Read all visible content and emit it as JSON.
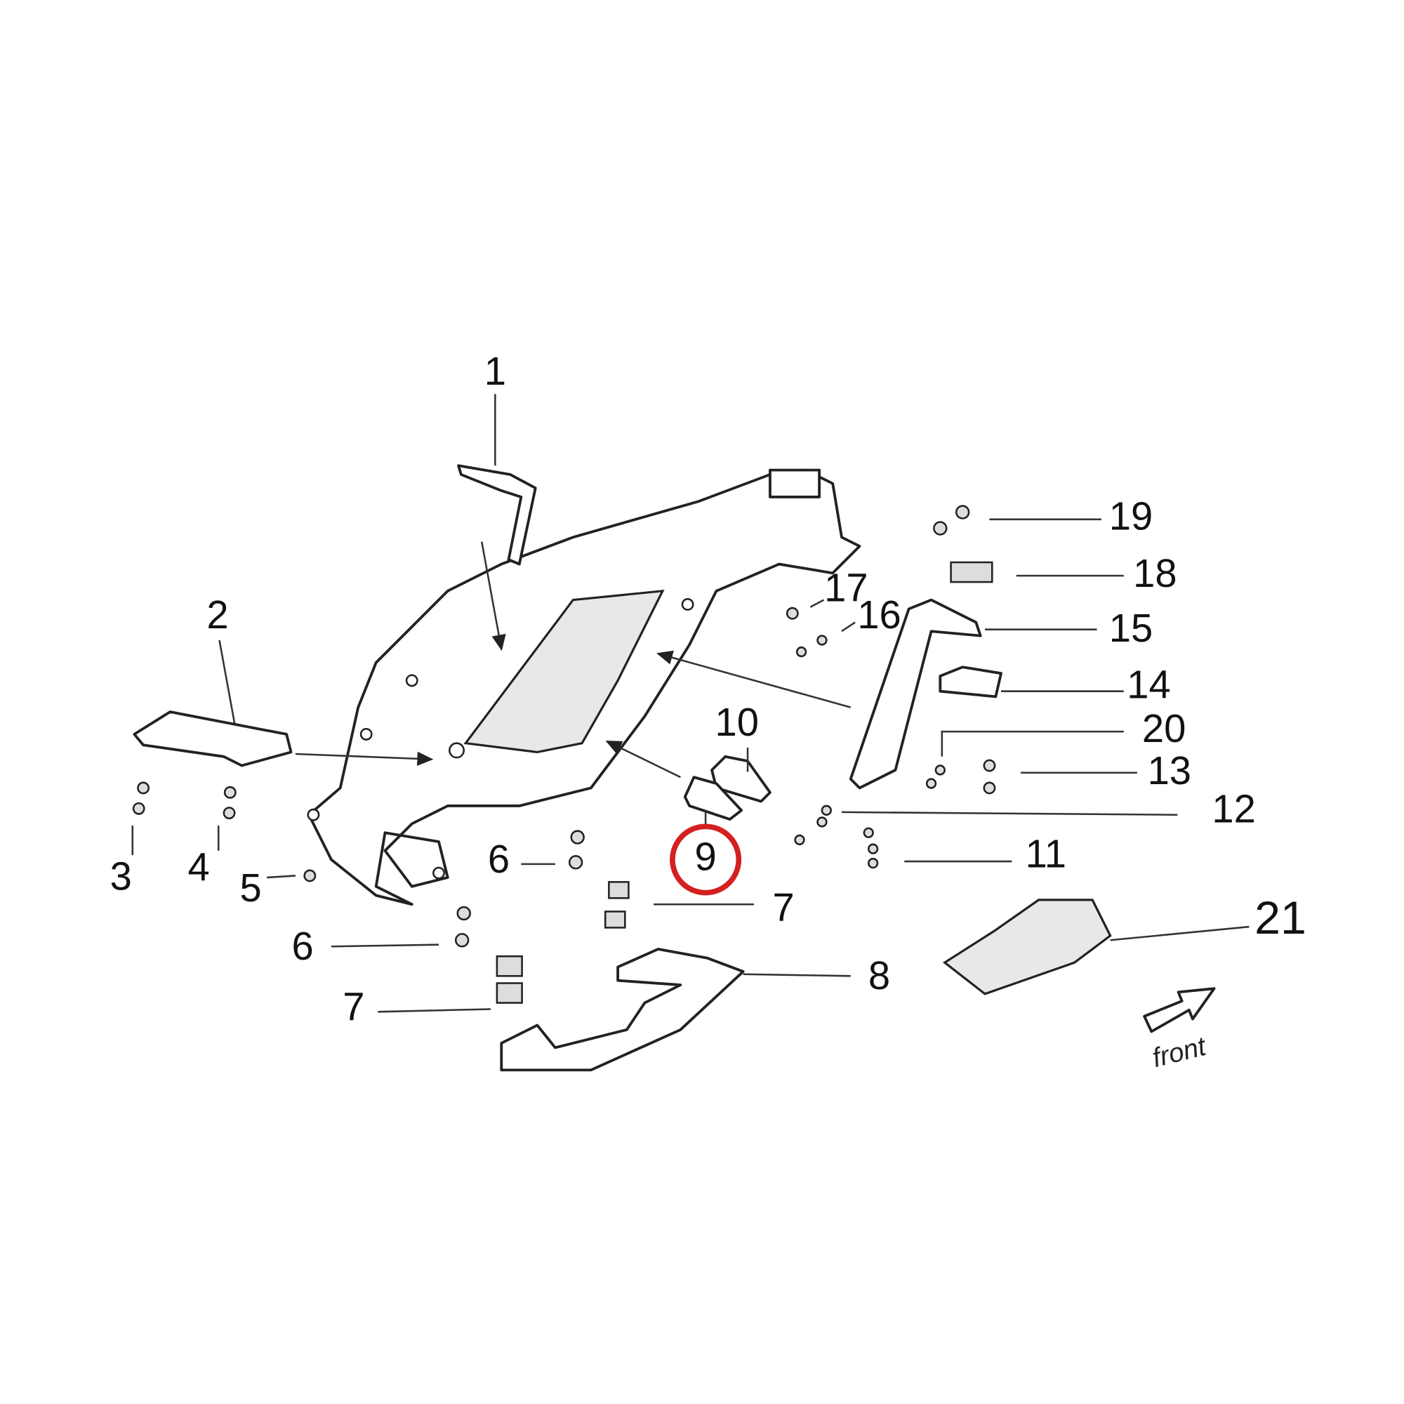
{
  "diagram": {
    "labels": [
      "1",
      "2",
      "3",
      "4",
      "5",
      "6",
      "6",
      "7",
      "7",
      "8",
      "9",
      "10",
      "11",
      "12",
      "13",
      "14",
      "15",
      "16",
      "17",
      "18",
      "19",
      "20",
      "21"
    ],
    "front_label": "front",
    "highlight": {
      "part": "9",
      "color": "#d42020"
    }
  }
}
